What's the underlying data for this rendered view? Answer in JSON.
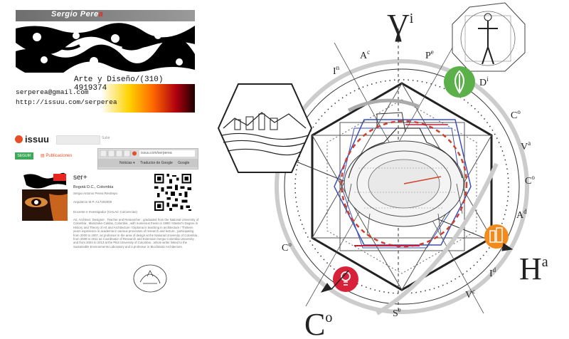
{
  "card": {
    "name_main": "Sergio Pere",
    "name_accent": "a",
    "tagline": "Arte y Diseño/(310) 4919374",
    "email": "serperea@gmail.com",
    "url": "http://issuu.com/serperea"
  },
  "issuu": {
    "logo": "issuu",
    "search_button": "Subir",
    "follow_label": "SEGUIR",
    "publications_label": "Publicaciones",
    "browser_url": "issuu.com/serperea",
    "browser_tab1": "Noticias ▾",
    "browser_tab2": "Traductor de Google",
    "browser_tab3": "Google",
    "profile_name": "ser+",
    "location": "Bogotá D.C., Colombia",
    "full_name": "Sergio Antonio Perea Restrepo",
    "arch_id": "Arquitecto M.P. A17202000",
    "role": "Docente e Investigador (CHLAC Colciencias)",
    "bio": "Art. Architect, Designer , Teacher and Researcher , graduated from the National University of Colombia , Manizales-Caldas, Colombia , with numerous thesis in 1998 / Master's Degree in History and Theory of Art and Architecture / Diploma in teaching in architecture / Thirteen years experience in academia in various processes of research and lecture , participating from 2000 to 2007, as professor in the area of design at the National University of Colombia , from 2009 to 2011 as Coordinator of Research and Extension Sergio Colombia University , and from 2004 to 2013 at the Pilot University of Colombia , article writer linked to the Sustainable Environments Laboratory and a professor in Bioclimatic Architecture."
  },
  "diagram": {
    "top_label": "V",
    "top_sup": "i",
    "right_label": "H",
    "right_sup": "a",
    "bottom_label": "C",
    "bottom_sup": "o",
    "ring_labels": [
      {
        "base": "A",
        "sup": "c"
      },
      {
        "base": "P",
        "sup": "e"
      },
      {
        "base": "I",
        "sup": "n"
      },
      {
        "base": "D",
        "sup": "i"
      },
      {
        "base": "C",
        "sup": "o"
      },
      {
        "base": "V",
        "sup": "a"
      },
      {
        "base": "C",
        "sup": "o"
      },
      {
        "base": "A",
        "sup": "d"
      },
      {
        "base": "C",
        "sup": "o"
      },
      {
        "base": "I",
        "sup": "d"
      },
      {
        "base": "V",
        "sup": "c"
      },
      {
        "base": "S",
        "sup": "e"
      }
    ],
    "colors": {
      "green": "#5bb04a",
      "orange": "#f28a1c",
      "red": "#d8223a",
      "blue": "#3a4fc1",
      "dashed": "#d0402b"
    }
  }
}
